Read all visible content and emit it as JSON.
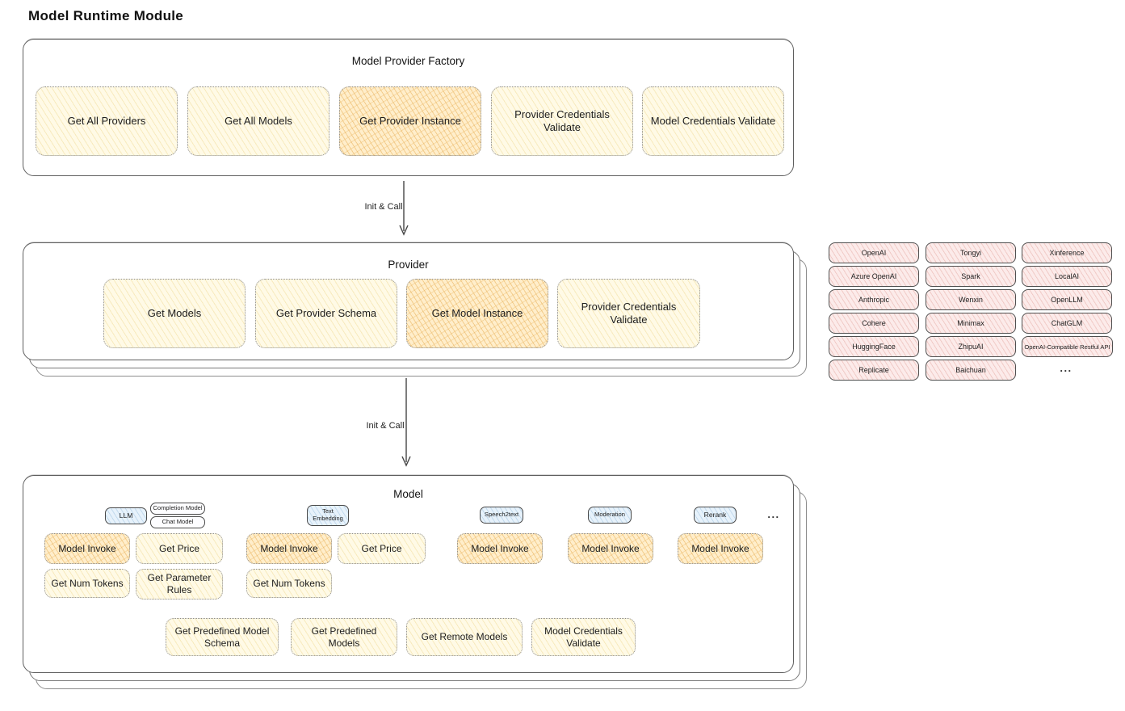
{
  "page": {
    "title": "Model Runtime Module"
  },
  "factory": {
    "title": "Model Provider Factory",
    "boxes": [
      {
        "label": "Get All Providers",
        "highlight": false
      },
      {
        "label": "Get All Models",
        "highlight": false
      },
      {
        "label": "Get Provider Instance",
        "highlight": true
      },
      {
        "label": "Provider Credentials Validate",
        "highlight": false
      },
      {
        "label": "Model Credentials Validate",
        "highlight": false
      }
    ]
  },
  "arrows": [
    {
      "label": "Init & Call"
    },
    {
      "label": "Init & Call"
    }
  ],
  "provider": {
    "title": "Provider",
    "boxes": [
      {
        "label": "Get Models",
        "highlight": false
      },
      {
        "label": "Get Provider Schema",
        "highlight": false
      },
      {
        "label": "Get Model Instance",
        "highlight": true
      },
      {
        "label": "Provider Credentials Validate",
        "highlight": false
      }
    ]
  },
  "providers": {
    "columns": [
      [
        "OpenAI",
        "Azure OpenAI",
        "Anthropic",
        "Cohere",
        "HuggingFace",
        "Replicate"
      ],
      [
        "Tongyi",
        "Spark",
        "Wenxin",
        "Minimax",
        "ZhipuAI",
        "Baichuan"
      ],
      [
        "Xinference",
        "LocalAI",
        "OpenLLM",
        "ChatGLM",
        "OpenAI-Compatible Restful API"
      ]
    ],
    "more_label": "..."
  },
  "model": {
    "title": "Model",
    "chips": [
      "LLM",
      "Completion Model",
      "Chat Model",
      "Text Embedding",
      "Speech2text",
      "Moderation",
      "Rerank"
    ],
    "more_label": "...",
    "boxes": [
      {
        "label": "Model Invoke",
        "highlight": true
      },
      {
        "label": "Get Price",
        "highlight": false
      },
      {
        "label": "Model Invoke",
        "highlight": true
      },
      {
        "label": "Get Price",
        "highlight": false
      },
      {
        "label": "Model Invoke",
        "highlight": true
      },
      {
        "label": "Model Invoke",
        "highlight": true
      },
      {
        "label": "Model Invoke",
        "highlight": true
      },
      {
        "label": "Get Num Tokens",
        "highlight": false
      },
      {
        "label": "Get Parameter Rules",
        "highlight": false
      },
      {
        "label": "Get Num Tokens",
        "highlight": false
      }
    ],
    "bottom_boxes": [
      {
        "label": "Get Predefined Model Schema"
      },
      {
        "label": "Get Predefined Models"
      },
      {
        "label": "Get Remote Models"
      },
      {
        "label": "Model Credentials Validate"
      }
    ]
  }
}
